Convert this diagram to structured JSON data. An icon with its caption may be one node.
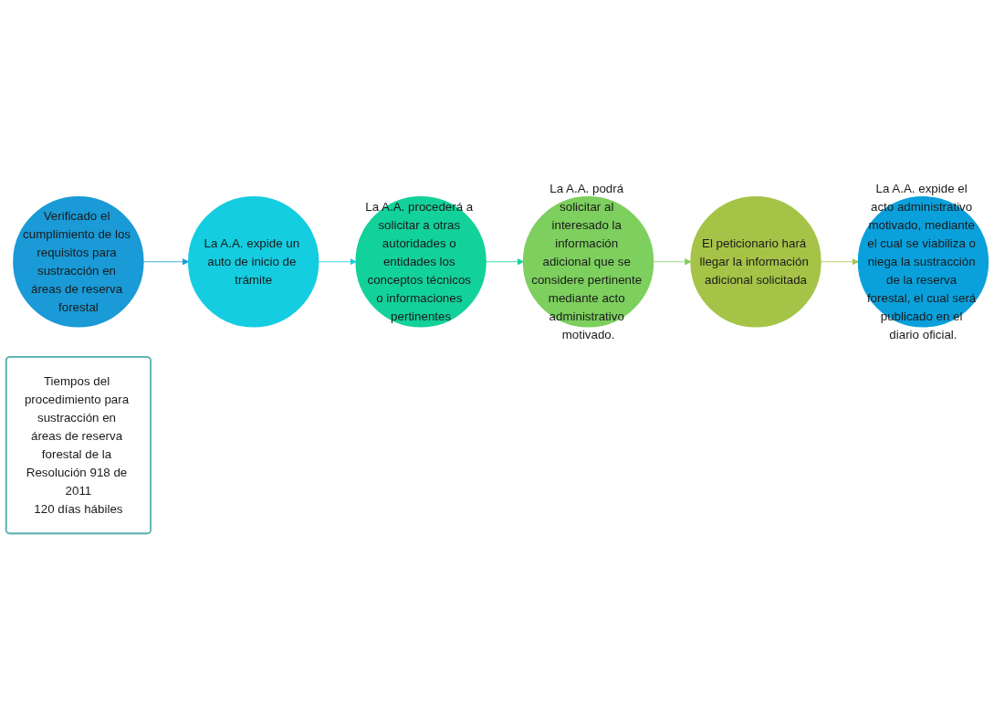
{
  "diagram": {
    "nodes": [
      {
        "text": [
          "Verificado el cumplimiento de los requisitos para sustracción en áreas de reserva forestal"
        ]
      },
      {
        "text": [
          "La A.A. expide un auto de inicio de trámite"
        ]
      },
      {
        "text": [
          "La A.A. procederá a solicitar a otras autoridades o entidades los conceptos técnicos o informaciones pertinentes"
        ]
      },
      {
        "text": [
          "La A.A. podrá solicitar al interesado la información adicional que se considere pertinente mediante acto administrativo motivado."
        ]
      },
      {
        "text": [
          "El peticionario hará llegar la información adicional solicitada"
        ]
      },
      {
        "text": [
          "La A.A. expide el acto administrativo motivado, mediante el cual se viabiliza o niega la sustracción de la reserva forestal, el cual será publicado en el diario oficial."
        ]
      },
      {
        "text": [
          "Tiempos del procedimiento para sustracción en áreas de reserva forestal de la Resolución 918 de 2011",
          "120 días hábiles"
        ]
      }
    ],
    "edges": [
      {
        "from": 0,
        "to": 1,
        "arrow": "to",
        "color": "#1a9ad6"
      },
      {
        "from": 1,
        "to": 2,
        "arrow": "to",
        "color": "#14cde0"
      },
      {
        "from": 2,
        "to": 3,
        "arrow": "to",
        "color": "#13d19a"
      },
      {
        "from": 3,
        "to": 4,
        "arrow": "to",
        "color": "#7dcf5e"
      },
      {
        "from": 4,
        "to": 5,
        "arrow": "to",
        "color": "#a5c447"
      }
    ]
  }
}
